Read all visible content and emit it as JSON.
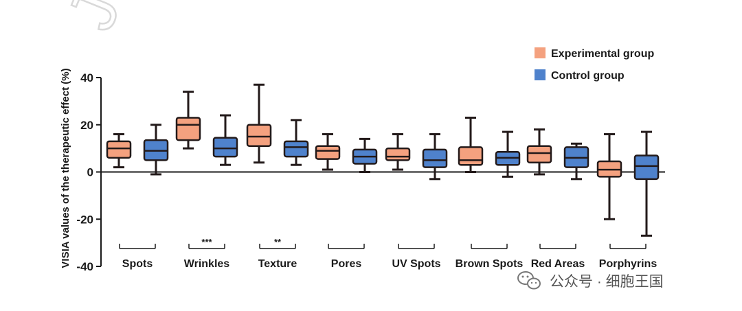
{
  "chart_data": {
    "type": "box",
    "ylabel": "VISIA values of the therapeutic effect (%)",
    "ylim": [
      -40,
      40
    ],
    "yticks": [
      "40",
      "20",
      "0",
      "-20",
      "-40"
    ],
    "categories": [
      "Spots",
      "Wrinkles",
      "Texture",
      "Pores",
      "UV Spots",
      "Brown Spots",
      "Red Areas",
      "Porphyrins"
    ],
    "significance": [
      "",
      "***",
      "**",
      "",
      "",
      "",
      "",
      ""
    ],
    "legend_position": "top-right",
    "series": [
      {
        "name": "Experimental group",
        "color": "#f4a17f",
        "boxes": [
          {
            "min": 2,
            "q1": 6,
            "median": 10,
            "q3": 13,
            "max": 16
          },
          {
            "min": 10,
            "q1": 13.5,
            "median": 20,
            "q3": 23,
            "max": 34
          },
          {
            "min": 4,
            "q1": 11,
            "median": 15,
            "q3": 20,
            "max": 37
          },
          {
            "min": 1,
            "q1": 5.5,
            "median": 9,
            "q3": 11,
            "max": 16
          },
          {
            "min": 1,
            "q1": 5,
            "median": 6.5,
            "q3": 10,
            "max": 16
          },
          {
            "min": 0,
            "q1": 3,
            "median": 5,
            "q3": 10.5,
            "max": 23
          },
          {
            "min": -1,
            "q1": 4,
            "median": 8,
            "q3": 11,
            "max": 18
          },
          {
            "min": -20,
            "q1": -2,
            "median": 1,
            "q3": 4.5,
            "max": 16
          }
        ]
      },
      {
        "name": "Control group",
        "color": "#4f82cc",
        "boxes": [
          {
            "min": -1,
            "q1": 5,
            "median": 9,
            "q3": 13.5,
            "max": 20
          },
          {
            "min": 3,
            "q1": 6.5,
            "median": 10,
            "q3": 14.5,
            "max": 24
          },
          {
            "min": 3,
            "q1": 6.5,
            "median": 10.5,
            "q3": 13,
            "max": 22
          },
          {
            "min": 0,
            "q1": 3.5,
            "median": 6.5,
            "q3": 9.5,
            "max": 14
          },
          {
            "min": -3,
            "q1": 2,
            "median": 5,
            "q3": 9.5,
            "max": 16
          },
          {
            "min": -2,
            "q1": 3,
            "median": 6,
            "q3": 8.5,
            "max": 17
          },
          {
            "min": -3,
            "q1": 2,
            "median": 6,
            "q3": 10.5,
            "max": 12
          },
          {
            "min": -27,
            "q1": -3,
            "median": 2.5,
            "q3": 7,
            "max": 17
          }
        ]
      }
    ]
  },
  "watermark": {
    "text": "公众号 · 细胞王国",
    "icon": "wechat-icon",
    "letters": "Jo"
  }
}
